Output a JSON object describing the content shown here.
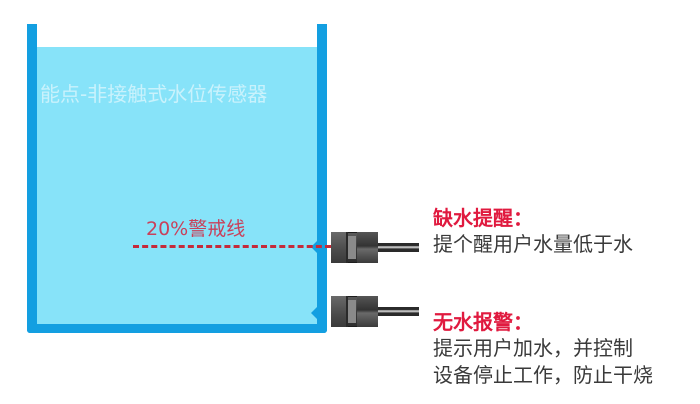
{
  "diagram": {
    "title": "能点-非接触式水位传感器",
    "warning_line": {
      "label": "20%警戒线",
      "color": "#c52a3a"
    },
    "tank": {
      "wall_color": "#139fe1",
      "water_color": "#87e3f9"
    },
    "sensors": [
      {
        "id": "upper",
        "heading": "缺水提醒：",
        "description": [
          "提个醒用户水量低于水"
        ]
      },
      {
        "id": "lower",
        "heading": "无水报警：",
        "description": [
          "提示用户加水，并控制",
          "设备停止工作，防止干烧"
        ]
      }
    ],
    "heading_color": "#e01a3f",
    "body_color": "#3a3a3a"
  }
}
